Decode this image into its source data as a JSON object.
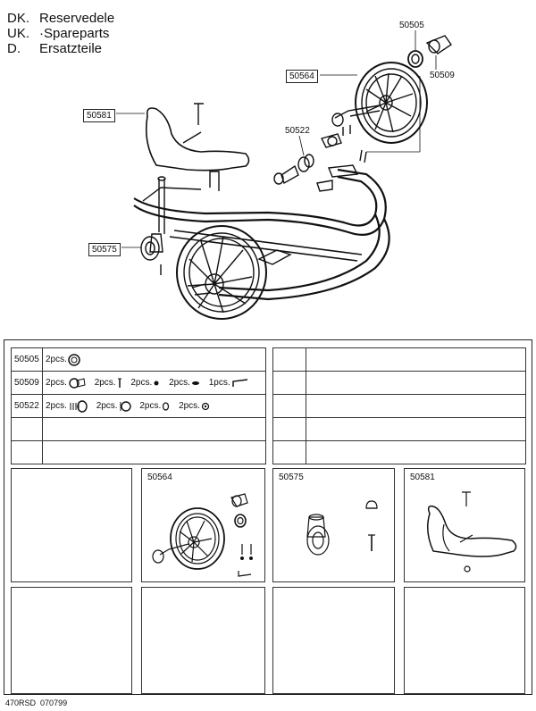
{
  "header": {
    "lines": [
      {
        "code": "DK.",
        "text": "Reservedele"
      },
      {
        "code": "UK.",
        "text": "·Spareparts"
      },
      {
        "code": "D.",
        "text": "Ersatzteile"
      }
    ]
  },
  "callouts": {
    "c50505": "50505",
    "c50564": "50564",
    "c50509": "50509",
    "c50581": "50581",
    "c50522": "50522",
    "c50575": "50575"
  },
  "parts_table": {
    "rows": [
      {
        "pn": "50505",
        "items": [
          {
            "qty": "2pcs.",
            "icon": "bearing-ring-icon"
          }
        ]
      },
      {
        "pn": "50509",
        "items": [
          {
            "qty": "2pcs.",
            "icon": "bracket-clamp-icon"
          },
          {
            "qty": "2pcs.",
            "icon": "pin-icon"
          },
          {
            "qty": "2pcs.",
            "icon": "nut-icon"
          },
          {
            "qty": "2pcs.",
            "icon": "washer-icon"
          },
          {
            "qty": "1pcs.",
            "icon": "hex-key-icon"
          }
        ]
      },
      {
        "pn": "50522",
        "items": [
          {
            "qty": "2pcs.",
            "icon": "spring-bushing-icon"
          },
          {
            "qty": "2pcs.",
            "icon": "bushing-icon"
          },
          {
            "qty": "2pcs.",
            "icon": "small-ring-icon"
          },
          {
            "qty": "2pcs.",
            "icon": "small-nut-icon"
          }
        ]
      }
    ]
  },
  "kit_labels": {
    "k50564": "50564",
    "k50575": "50575",
    "k50581": "50581"
  },
  "footer": {
    "code": "470RSD",
    "date": "070799"
  }
}
